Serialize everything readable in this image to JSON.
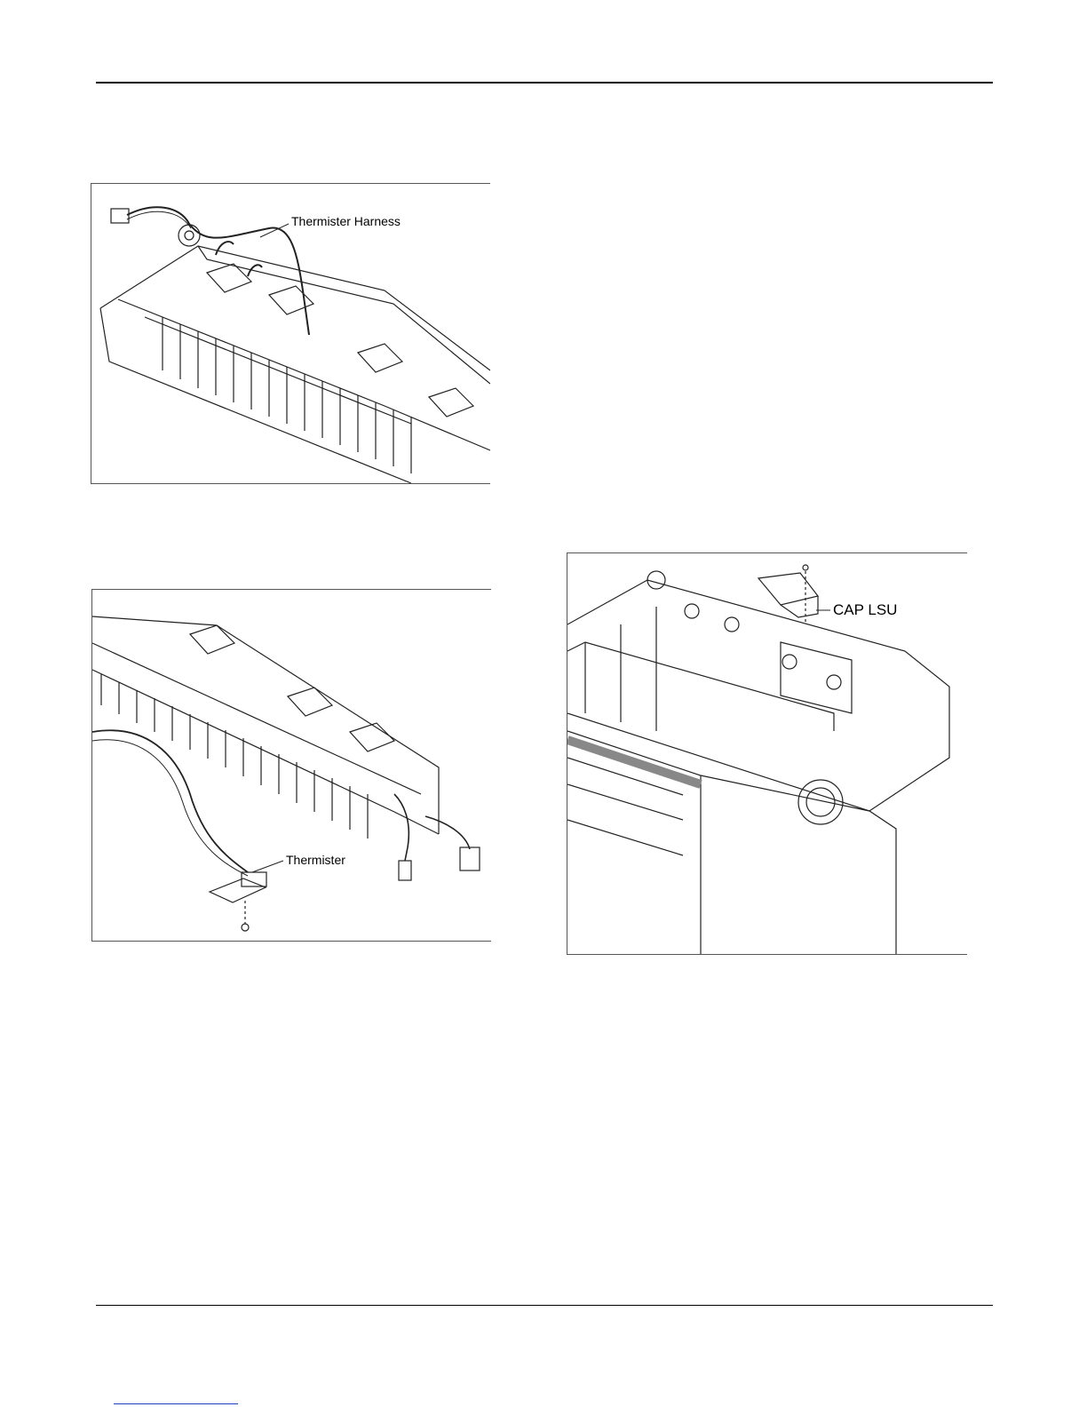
{
  "figures": [
    {
      "id": "thermister-harness-figure",
      "callout": "Thermister Harness"
    },
    {
      "id": "thermister-figure",
      "callout": "Thermister"
    },
    {
      "id": "cap-lsu-figure",
      "callout": "CAP LSU"
    }
  ]
}
